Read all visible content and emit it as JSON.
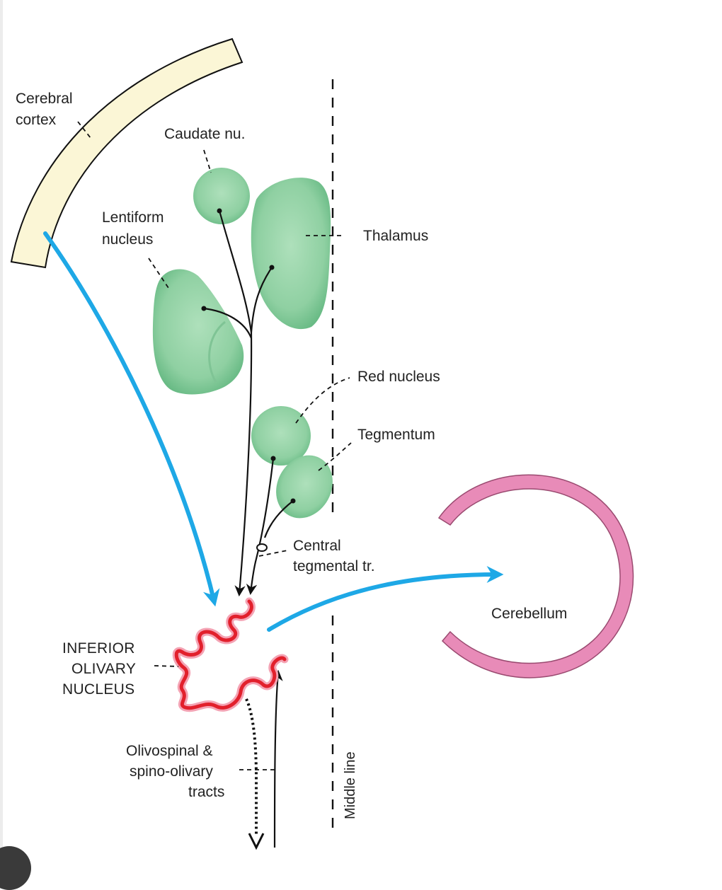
{
  "labels": {
    "cerebral_cortex": [
      "Cerebral",
      "cortex"
    ],
    "caudate": "Caudate nu.",
    "lentiform": [
      "Lentiform",
      "nucleus"
    ],
    "thalamus": "Thalamus",
    "red_nucleus": "Red nucleus",
    "tegmentum": "Tegmentum",
    "central_tegmental": [
      "Central",
      "tegmental tr."
    ],
    "cerebellum": "Cerebellum",
    "inferior_olivary": [
      "INFERIOR",
      "OLIVARY",
      "NUCLEUS"
    ],
    "olivospinal": [
      "Olivospinal &",
      "spino-olivary",
      "tracts"
    ],
    "middle_line": "Middle line"
  },
  "colors": {
    "cortex_fill": "#fbf6d6",
    "nucleus_fill": "#8fd0a2",
    "nucleus_dark": "#5fb67b",
    "cerebellum": "#e88bb8",
    "olive_red": "#e2202c",
    "olive_glow": "#f4a3b4",
    "arrow_blue": "#1ea8e6",
    "line": "#111111"
  }
}
